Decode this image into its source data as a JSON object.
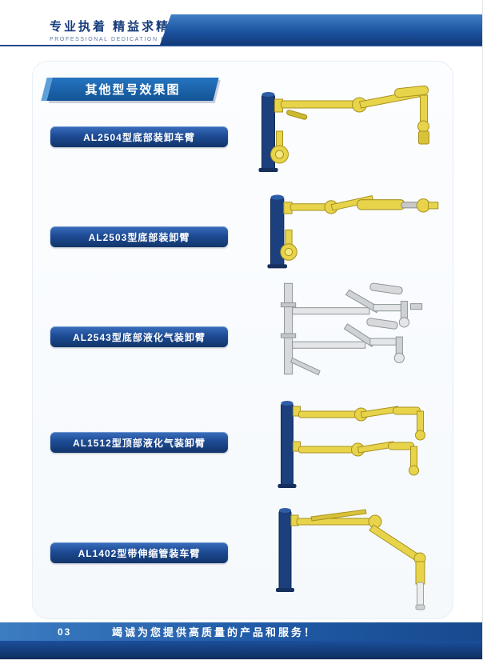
{
  "header": {
    "brand_cn": "专业执着  精益求精",
    "brand_en": "PROFESSIONAL DEDICATION EXCELLENCE"
  },
  "section_title": "其他型号效果图",
  "products": [
    {
      "label": "AL2504型底部装卸车臂",
      "illustration": "yellow-bottom-loading-arm-on-navy-post"
    },
    {
      "label": "AL2503型底部装卸臂",
      "illustration": "yellow-bottom-loading-arm-with-cylinder"
    },
    {
      "label": "AL2543型底部液化气装卸臂",
      "illustration": "stainless-lpg-bottom-loading-arm-dual-level"
    },
    {
      "label": "AL1512型顶部液化气装卸臂",
      "illustration": "yellow-lpg-top-loading-arm-dual-level"
    },
    {
      "label": "AL1402型带伸缩管装车臂",
      "illustration": "yellow-loading-arm-with-telescopic-pipe"
    }
  ],
  "footer": {
    "page_number": "03",
    "slogan": "竭诚为您提供高质量的产品和服务！"
  },
  "colors": {
    "brand_blue": "#1a5dab",
    "navy_post": "#1c3f7d",
    "label_gradient_top": "#3a6fbe",
    "label_gradient_bottom": "#123569",
    "arm_yellow": "#e8d44a",
    "steel_gray": "#d7d9db"
  }
}
